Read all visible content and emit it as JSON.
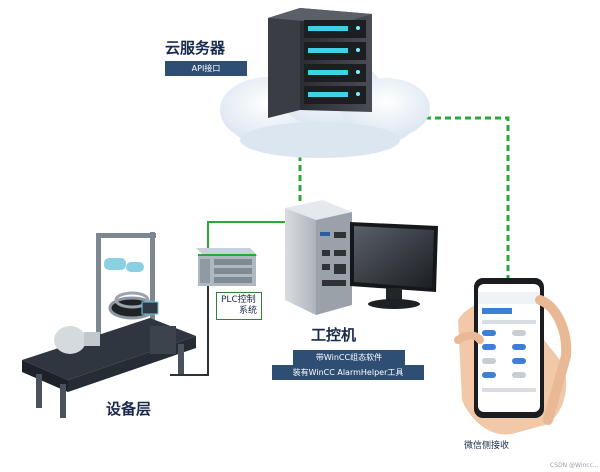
{
  "cloud_server": {
    "title": "云服务器",
    "tag": "API接口"
  },
  "plc": {
    "line1": "PLC控制",
    "line2": "系统"
  },
  "ipc": {
    "title": "工控机",
    "tag1": "带WinCC组态软件",
    "tag2": "装有WinCC AlarmHelper工具"
  },
  "equipment": {
    "title": "设备层"
  },
  "wechat": {
    "label": "微信侧接收"
  },
  "watermark": "CSDN @Wincc...",
  "colors": {
    "dashed_link": "#2aa838",
    "plc_link": "#2aa838",
    "tag_bg": "#2f4e74",
    "label_text": "#1a2a4a"
  }
}
